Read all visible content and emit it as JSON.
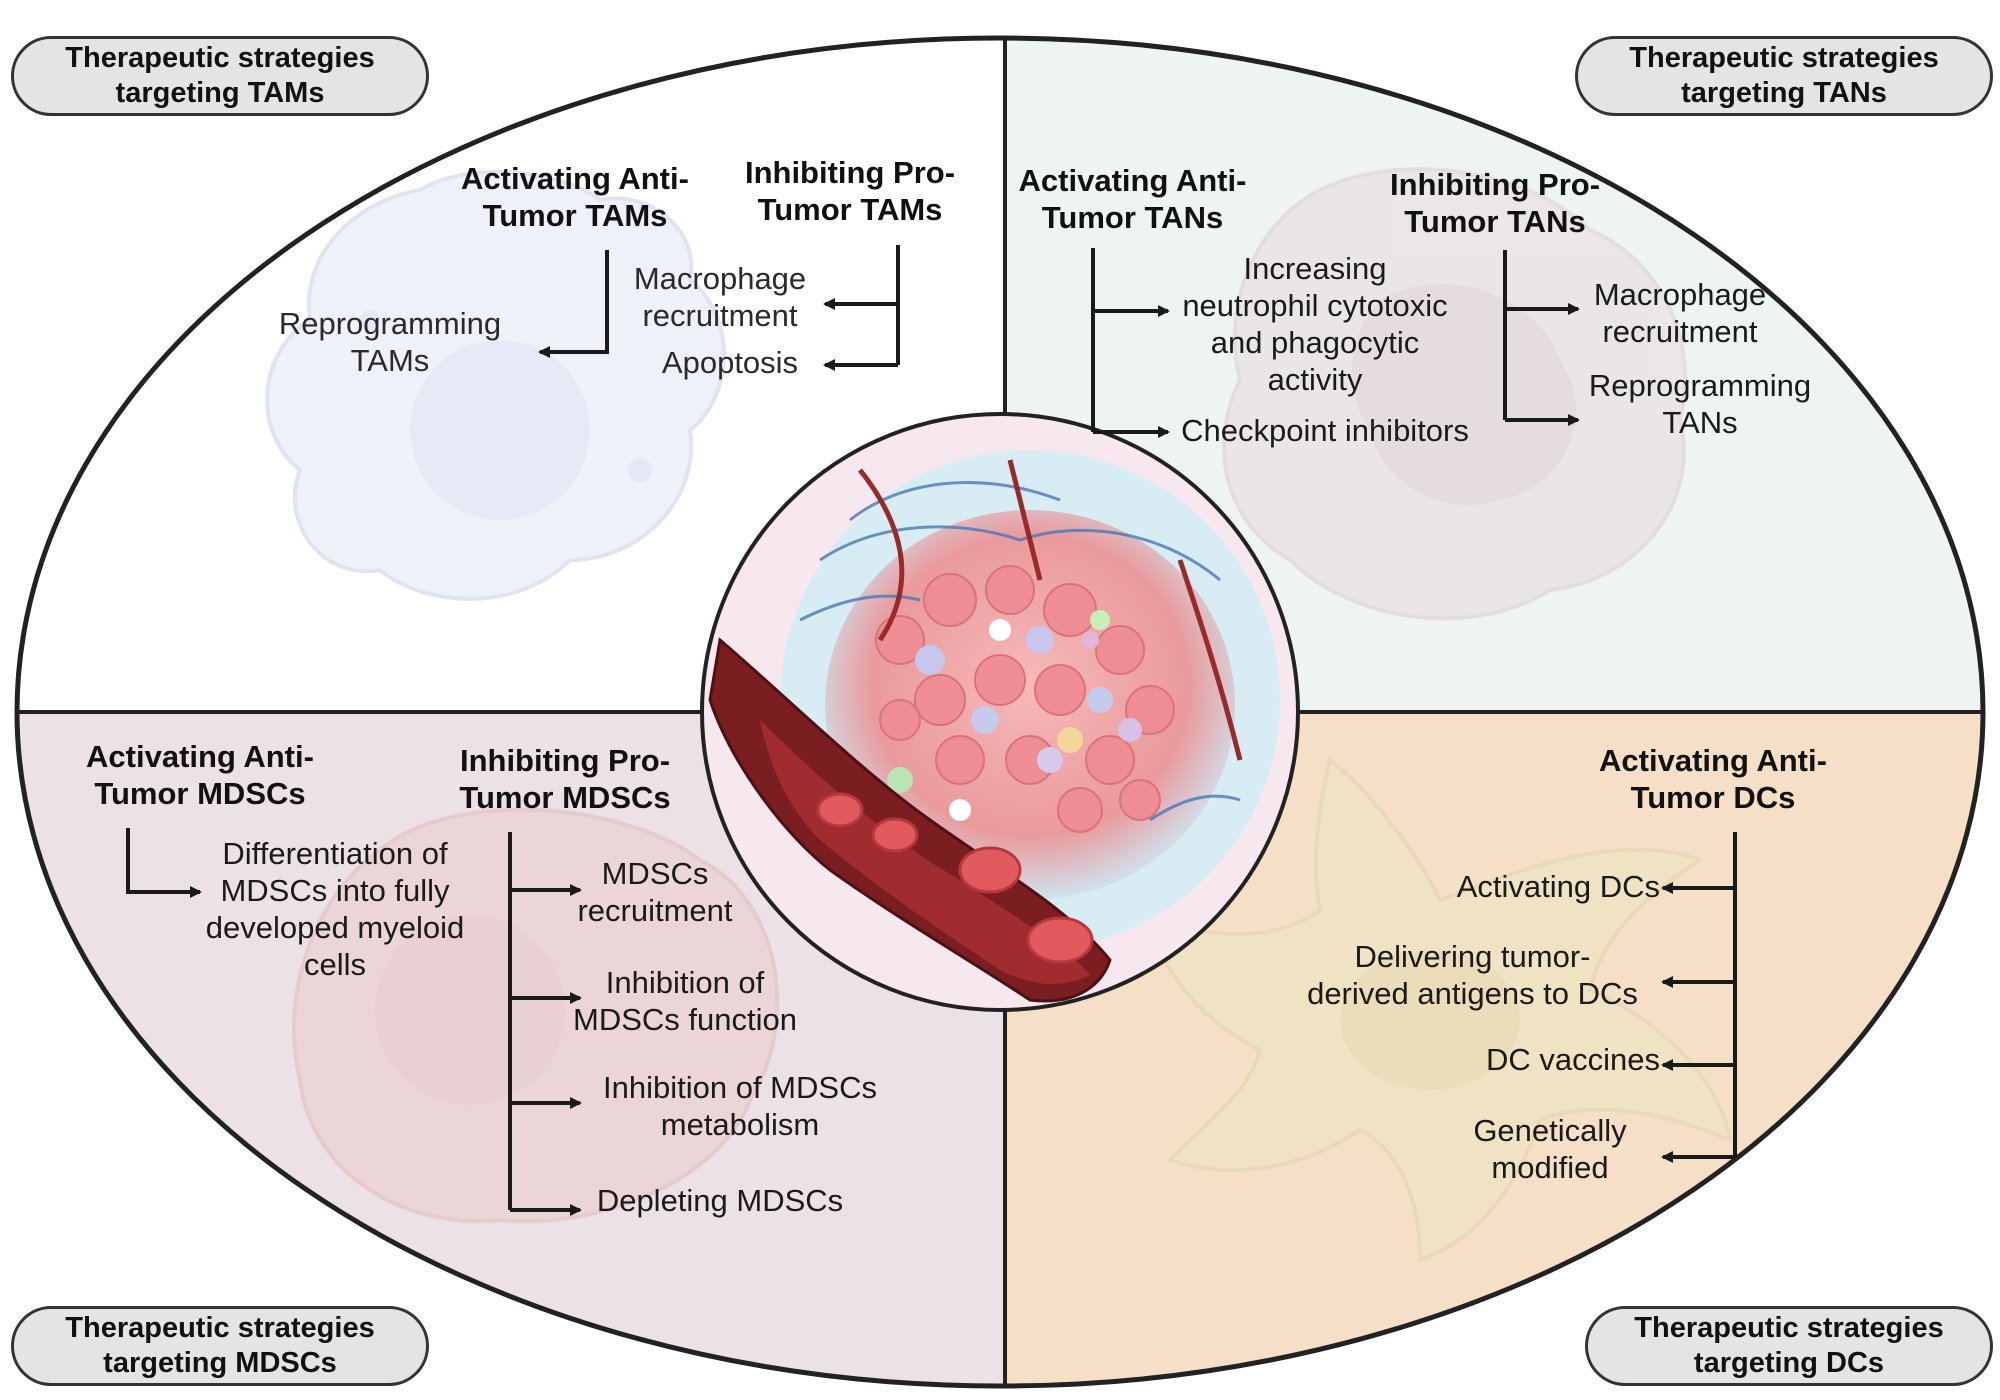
{
  "colors": {
    "tam_bg": "#ffffff",
    "tan_bg": "#eef4f3",
    "mdsc_bg": "#ece1e6",
    "dc_bg": "#f5dfc7",
    "outline": "#222222",
    "pill_bg": "#e4e4e4"
  },
  "quadrants": {
    "tams": {
      "title_line1": "Therapeutic strategies",
      "title_line2": "targeting TAMs",
      "activating_header_line1": "Activating Anti-",
      "activating_header_line2": "Tumor TAMs",
      "activating_items": [
        {
          "line1": "Reprogramming",
          "line2": "TAMs"
        }
      ],
      "inhibiting_header_line1": "Inhibiting Pro-",
      "inhibiting_header_line2": "Tumor TAMs",
      "inhibiting_items": [
        {
          "line1": "Macrophage",
          "line2": "recruitment"
        },
        {
          "line1": "Apoptosis"
        }
      ]
    },
    "tans": {
      "title_line1": "Therapeutic strategies",
      "title_line2": "targeting TANs",
      "activating_header_line1": "Activating Anti-",
      "activating_header_line2": "Tumor TANs",
      "activating_items": [
        {
          "line1": "Increasing",
          "line2": "neutrophil cytotoxic",
          "line3": "and phagocytic",
          "line4": "activity"
        },
        {
          "line1": "Checkpoint inhibitors"
        }
      ],
      "inhibiting_header_line1": "Inhibiting Pro-",
      "inhibiting_header_line2": "Tumor TANs",
      "inhibiting_items": [
        {
          "line1": "Macrophage",
          "line2": "recruitment"
        },
        {
          "line1": "Reprogramming",
          "line2": "TANs"
        }
      ]
    },
    "mdscs": {
      "title_line1": "Therapeutic strategies",
      "title_line2": "targeting MDSCs",
      "activating_header_line1": "Activating Anti-",
      "activating_header_line2": "Tumor MDSCs",
      "activating_items": [
        {
          "line1": "Differentiation of",
          "line2": "MDSCs into fully",
          "line3": "developed myeloid",
          "line4": "cells"
        }
      ],
      "inhibiting_header_line1": "Inhibiting Pro-",
      "inhibiting_header_line2": "Tumor MDSCs",
      "inhibiting_items": [
        {
          "line1": "MDSCs",
          "line2": "recruitment"
        },
        {
          "line1": "Inhibition of",
          "line2": "MDSCs function"
        },
        {
          "line1": "Inhibition of MDSCs",
          "line2": "metabolism"
        },
        {
          "line1": "Depleting MDSCs"
        }
      ]
    },
    "dcs": {
      "title_line1": "Therapeutic strategies",
      "title_line2": "targeting DCs",
      "activating_header_line1": "Activating Anti-",
      "activating_header_line2": "Tumor DCs",
      "activating_items": [
        {
          "line1": "Activating DCs"
        },
        {
          "line1": "Delivering tumor-",
          "line2": "derived antigens to DCs"
        },
        {
          "line1": "DC vaccines"
        },
        {
          "line1": "Genetically",
          "line2": "modified"
        }
      ]
    }
  }
}
